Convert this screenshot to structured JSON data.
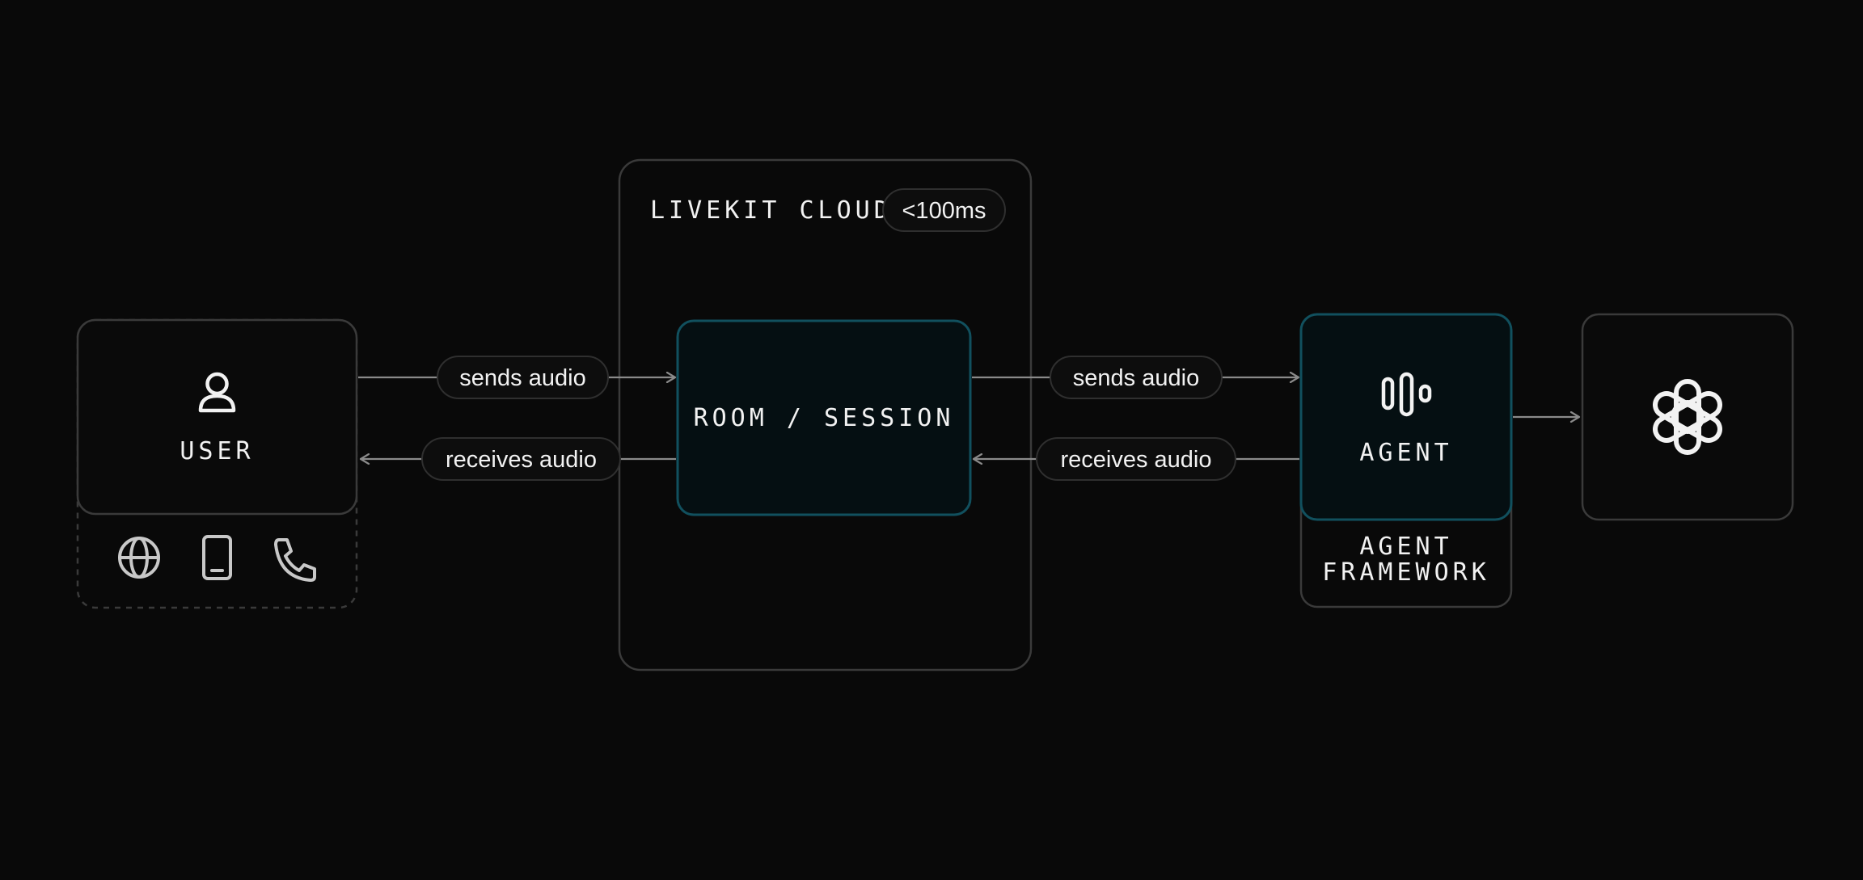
{
  "cloud": {
    "title": "LIVEKIT CLOUD",
    "latency": "<100ms"
  },
  "user": {
    "label": "USER",
    "icon": "user-icon",
    "platforms": [
      "globe-icon",
      "phone-mobile-icon",
      "phone-call-icon"
    ]
  },
  "room": {
    "label": "ROOM / SESSION"
  },
  "agent": {
    "label": "AGENT",
    "icon": "audio-bars-icon",
    "framework_label_line1": "AGENT",
    "framework_label_line2": "FRAMEWORK"
  },
  "provider": {
    "icon": "openai-logo-icon"
  },
  "edges": {
    "user_to_room": "sends audio",
    "room_to_user": "receives audio",
    "room_to_agent": "sends audio",
    "agent_to_room": "receives audio"
  },
  "colors": {
    "background": "#090909",
    "box_border": "#3a3a3a",
    "highlight_border": "#11505e",
    "highlight_fill": "#050f12",
    "text": "#f2f2f2",
    "arrow": "#8a8a8a",
    "icon_gray": "#c8c8c8"
  }
}
